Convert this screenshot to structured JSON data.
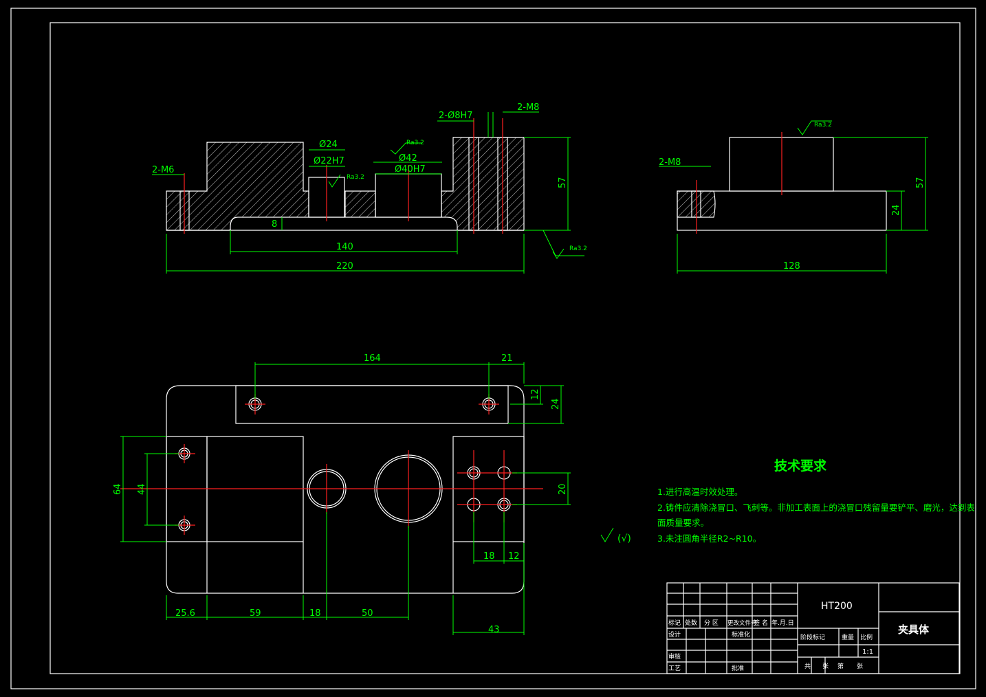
{
  "front_view": {
    "labels": {
      "m6": "2-M6",
      "phi24": "Ø24",
      "phi22h7": "Ø22H7",
      "ra_a": "Ra3.2",
      "phi42": "Ø42",
      "phi40h7": "Ø40H7",
      "ra_b": "Ra3.2",
      "phi8h7": "2-Ø8H7",
      "m8": "2-M8",
      "d57": "57",
      "d8": "8",
      "d140": "140",
      "d220": "220",
      "ra_c": "Ra3.2"
    }
  },
  "side_view": {
    "labels": {
      "m8": "2-M8",
      "ra": "Ra3.2",
      "d57": "57",
      "d24": "24",
      "d128": "128"
    }
  },
  "top_view": {
    "labels": {
      "d164": "164",
      "d21": "21",
      "d12a": "12",
      "d24": "24",
      "d64": "64",
      "d44": "44",
      "d20": "20",
      "d18a": "18",
      "d12b": "12",
      "d25_6": "25.6",
      "d59": "59",
      "d18b": "18",
      "d50": "50",
      "d43": "43"
    }
  },
  "tech_requirements": {
    "title": "技术要求",
    "line1": "1.进行高温时效处理。",
    "line2": "2.铸件应清除浇冒口、飞刺等。非加工表面上的浇冒口残留量要铲平、磨光，达到表",
    "line3": "面质量要求。",
    "line4": "3.未注圆角半径R2~R10。",
    "roughness_note": "(√)"
  },
  "title_block": {
    "material": "HT200",
    "part_name": "夹具体",
    "scale": "1:1",
    "cells": {
      "biaoji": "标记",
      "chushu": "处数",
      "fenqu": "分 区",
      "gengai": "更改文件号",
      "qianming": "签 名",
      "nianyueri": "年.月.日",
      "sheji": "设计",
      "biaozhunhua": "标准化",
      "jieduan": "阶段标记",
      "zhongliang": "重量",
      "bili": "比例",
      "shenhe": "审核",
      "gongyi": "工艺",
      "pizhun": "批准",
      "gong": "共",
      "zhang": "张",
      "di": "第",
      "zhang2": "张"
    }
  }
}
